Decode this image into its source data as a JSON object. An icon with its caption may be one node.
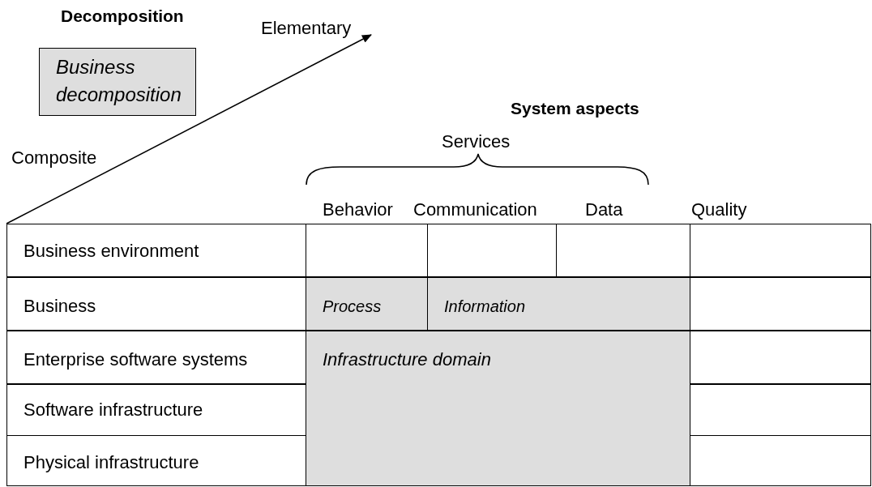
{
  "diagram": {
    "nodes": [
      {
        "text": [
          "Business decomposition"
        ]
      },
      {
        "text": [
          "Business environment"
        ]
      },
      {
        "text": [],
        "shape": "box"
      },
      {
        "text": [],
        "shape": "box"
      },
      {
        "text": [],
        "shape": "box"
      },
      {
        "text": [],
        "shape": "box"
      },
      {
        "text": [
          "Business"
        ]
      },
      {
        "text": [
          "Process"
        ]
      },
      {
        "text": [
          "Information"
        ]
      },
      {
        "text": [],
        "shape": "box"
      },
      {
        "text": [
          "Enterprise software systems"
        ]
      },
      {
        "text": [
          "Infrastructure domain"
        ]
      },
      {
        "text": [],
        "shape": "box"
      },
      {
        "text": [
          "Software infrastructure"
        ]
      },
      {
        "text": [],
        "shape": "box"
      },
      {
        "text": [
          "Physical infrastructure"
        ]
      },
      {
        "text": [],
        "shape": "box"
      }
    ],
    "edges": [],
    "labels": [
      "Decomposition",
      "Elementary",
      "System aspects",
      "Composite",
      "Services",
      "Behavior",
      "Communication",
      "Data",
      "Quality"
    ]
  }
}
